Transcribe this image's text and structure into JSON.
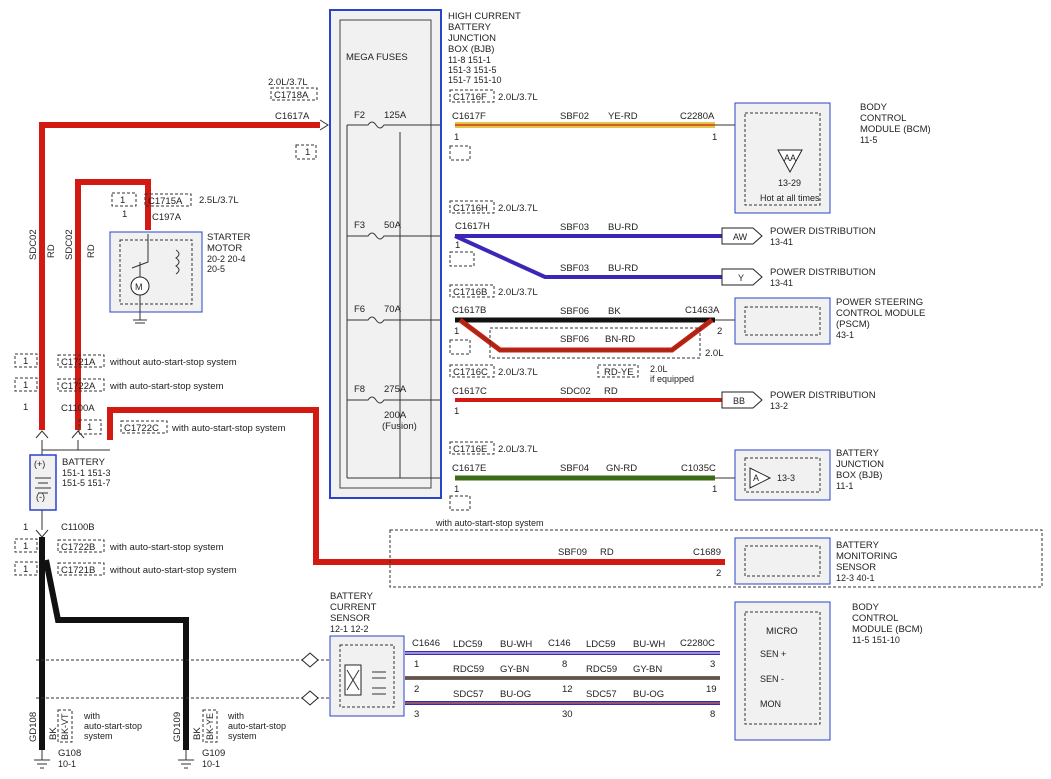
{
  "bjb": {
    "title": [
      "HIGH CURRENT",
      "BATTERY",
      "JUNCTION",
      "BOX (BJB)"
    ],
    "refs": [
      "11-8   151-1",
      "151-3  151-5",
      "151-7  151-10"
    ],
    "mega_fuses": "MEGA FUSES"
  },
  "fuses": [
    {
      "id": "F2",
      "amp": "125A"
    },
    {
      "id": "F3",
      "amp": "50A"
    },
    {
      "id": "F6",
      "amp": "70A"
    },
    {
      "id": "F8",
      "amp": "275A",
      "alt_amp": "200A",
      "alt_note": "(Fusion)"
    }
  ],
  "left_connectors": {
    "c1617a": "C1617A",
    "c1718a": "C1718A",
    "engine_a": "2.0L/3.7L",
    "pin1": "1"
  },
  "bcm_top": {
    "title": [
      "BODY",
      "CONTROL",
      "MODULE (BCM)"
    ],
    "ref": "11-5",
    "pin": "AA",
    "pin_ref": "13-29",
    "note": "Hot at all times"
  },
  "circuits": {
    "f2": {
      "c_left": "C1617F",
      "c_alt": "C1716F",
      "engine": "2.0L/3.7L",
      "circuit": "SBF02",
      "color": "YE-RD",
      "c_right": "C2280A",
      "pin": "1"
    },
    "f3a": {
      "c_left": "C1617H",
      "c_alt": "C1716H",
      "engine": "2.0L/3.7L",
      "circuit": "SBF03",
      "color": "BU-RD",
      "dest": "POWER DISTRIBUTION",
      "dest_ref": "13-41",
      "tag": "AW"
    },
    "f3b": {
      "circuit": "SBF03",
      "color": "BU-RD",
      "dest": "POWER DISTRIBUTION",
      "dest_ref": "13-41",
      "tag": "Y"
    },
    "f6": {
      "c_left": "C1617B",
      "c_alt": "C1716B",
      "engine": "2.0L/3.7L",
      "circuit": "SBF06",
      "color": "BK",
      "alt_color": "BN-RD",
      "c_right": "C1463A",
      "pin": "2",
      "engine_alt": "2.0L"
    },
    "f8": {
      "c_left": "C1617C",
      "c_alt": "C1716C",
      "engine": "2.0L/3.7L",
      "circuit": "SDC02",
      "color": "RD",
      "alt_color": "RD-YE",
      "alt_note_a": "2.0L",
      "alt_note_b": "if equipped",
      "dest": "POWER DISTRIBUTION",
      "dest_ref": "13-2",
      "tag": "BB"
    },
    "f9": {
      "c_left": "C1617E",
      "c_alt": "C1716E",
      "engine": "2.0L/3.7L",
      "circuit": "SBF04",
      "color": "GN-RD",
      "c_right": "C1035C",
      "pin": "1",
      "note": "with auto-start-stop system"
    }
  },
  "pscm": {
    "title": [
      "POWER STEERING",
      "CONTROL MODULE",
      "(PSCM)"
    ],
    "ref": "43-1"
  },
  "bjb_small": {
    "title": [
      "BATTERY",
      "JUNCTION",
      "BOX (BJB)"
    ],
    "ref": "11-1",
    "pin": "A",
    "pin_ref": "13-3"
  },
  "starter": {
    "title": [
      "STARTER",
      "MOTOR"
    ],
    "refs": [
      "20-2    20-4",
      "20-5"
    ],
    "c1": "C1715A",
    "c2": "C197A",
    "engine": "2.5L/3.7L",
    "pin": "1"
  },
  "battery": {
    "title": "BATTERY",
    "refs": [
      "151-1   151-3",
      "151-5   151-7"
    ],
    "plus": "(+)",
    "minus": "(-)"
  },
  "top_conn": [
    {
      "c": "C1721A",
      "note": "without auto-start-stop system"
    },
    {
      "c": "C1722A",
      "note": "with auto-start-stop system"
    },
    {
      "c": "C1100A",
      "note": ""
    },
    {
      "c": "C1722C",
      "note": "with auto-start-stop system"
    }
  ],
  "bot_conn": [
    {
      "c": "C1100B",
      "note": ""
    },
    {
      "c": "C1722B",
      "note": "with auto-start-stop system"
    },
    {
      "c": "C1721B",
      "note": "without auto-start-stop system"
    }
  ],
  "left_wires": {
    "a": "SDC02",
    "b": "SDC02",
    "c": "RD",
    "d": "RD"
  },
  "bms": {
    "title": [
      "BATTERY",
      "MONITORING",
      "SENSOR"
    ],
    "ref": "12-3   40-1",
    "circuit": "SBF09",
    "color": "RD",
    "c": "C1689",
    "pin": "2"
  },
  "bcs": {
    "title": [
      "BATTERY",
      "CURRENT",
      "SENSOR"
    ],
    "ref": "12-1    12-2",
    "c": "C1646"
  },
  "bcm_bot": {
    "title": [
      "BODY",
      "CONTROL",
      "MODULE (BCM)"
    ],
    "ref": "11-5    151-10",
    "micro": "MICRO",
    "pins": [
      "SEN +",
      "SEN -",
      "MON"
    ],
    "c": "C2280C",
    "c_mid": "C146"
  },
  "sensor_wires": [
    {
      "circuit": "LDC59",
      "color": "BU-WH",
      "p1": "1",
      "p2": "8",
      "p3": "3"
    },
    {
      "circuit": "RDC59",
      "color": "GY-BN",
      "p1": "2",
      "p2": "12",
      "p3": "19"
    },
    {
      "circuit": "SDC57",
      "color": "BU-OG",
      "p1": "3",
      "p2": "30",
      "p3": "8"
    }
  ],
  "grounds": [
    {
      "circuit": "GD108",
      "color": "BK",
      "alt": "BK-VT",
      "note": [
        "with",
        "auto-start-stop",
        "system"
      ],
      "g": "G108",
      "ref": "10-1"
    },
    {
      "circuit": "GD109",
      "color": "BK",
      "alt": "BK-YE",
      "note": [
        "with",
        "auto-start-stop",
        "system"
      ],
      "g": "G109",
      "ref": "10-1"
    }
  ],
  "colors": {
    "red": "#d21a12",
    "black": "#111111",
    "blue": "#3a27b5",
    "green": "#3c6b18",
    "yellow": "#e2c64a",
    "box": "#f1f1f1",
    "frame": "#2a43c8"
  }
}
